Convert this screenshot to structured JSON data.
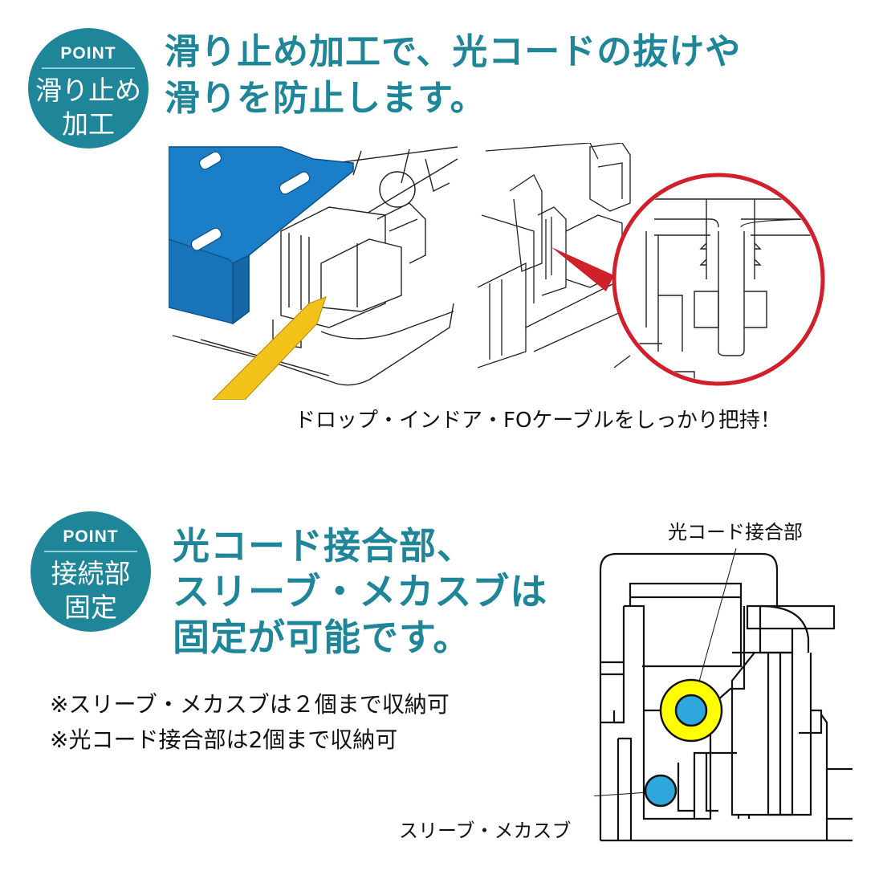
{
  "section1": {
    "badge": {
      "point": "POINT",
      "line1": "滑り止め",
      "line2": "加工"
    },
    "headline": {
      "line1": "滑り止め加工で、光コードの抜けや",
      "line2": "滑りを防止します。"
    },
    "figure_left": {
      "description": "blue-tray-with-yellow-cable-illustration"
    },
    "figure_right": {
      "description": "magnified-grip-detail-in-red-circle"
    },
    "caption": "ドロップ・インドア・FOケーブルをしっかり把持！"
  },
  "section2": {
    "badge": {
      "point": "POINT",
      "line1": "接続部",
      "line2": "固定"
    },
    "headline": {
      "line1": "光コード接合部、",
      "line2": "スリーブ・メカスブは",
      "line3": "固定が可能です。"
    },
    "notes": [
      "※スリーブ・メカスブは２個まで収納可",
      "※光コード接合部は2個まで収納可"
    ],
    "diagram": {
      "label_top": "光コード接合部",
      "label_bottom": "スリーブ・メカスブ"
    }
  },
  "colors": {
    "accent": "#1f8599",
    "badge_rule": "#8fd0dd",
    "tray_blue": "#1a7fc8",
    "cable_yellow": "#f2c21b",
    "highlight_red": "#d0202a",
    "ring_yellow": "#ffff00",
    "dot_blue": "#2ea7dc"
  }
}
